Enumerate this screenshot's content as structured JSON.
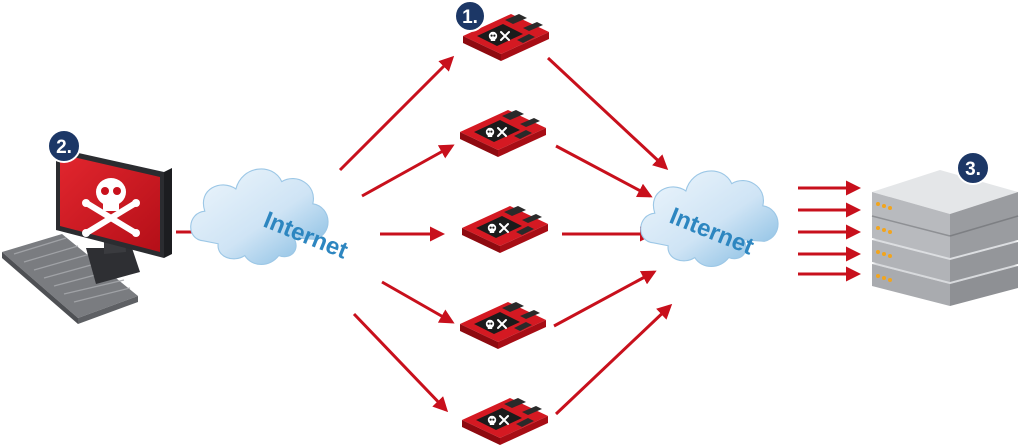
{
  "colors": {
    "arrow": "#c8101c",
    "badge": "#1c3766",
    "cloud_light": "#dcebf7",
    "cloud_dark": "#7db8e0",
    "cloud_text": "#2d86c0",
    "device_red": "#d41922",
    "server_gray": "#c7c9cc"
  },
  "badges": {
    "bot": "1.",
    "attacker": "2.",
    "server": "3."
  },
  "clouds": {
    "left": "Internet",
    "right": "Internet"
  },
  "icons": {
    "attacker": "computer-with-skull-icon",
    "bot": "infected-circuit-board-icon",
    "server": "server-stack-icon",
    "cloud": "cloud-icon"
  }
}
